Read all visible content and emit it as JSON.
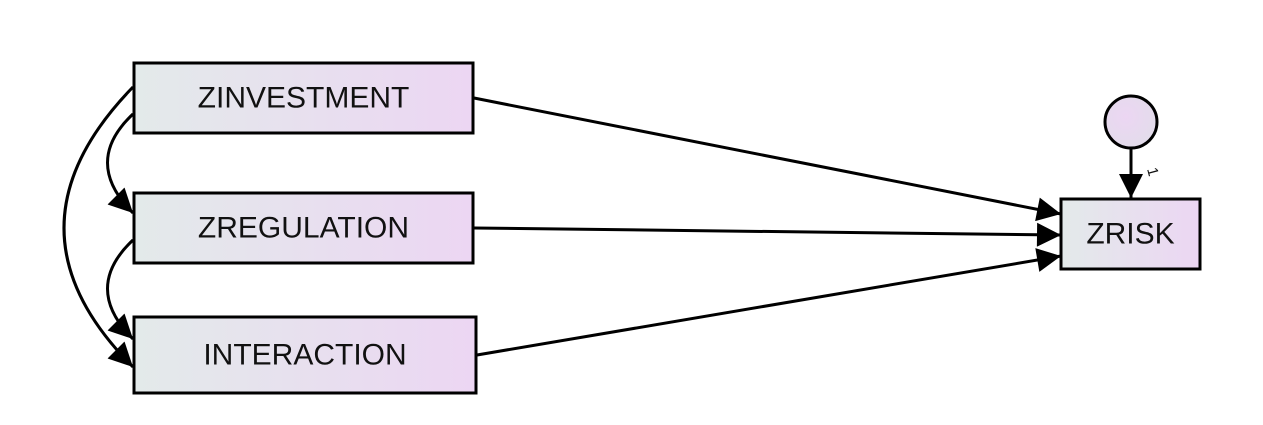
{
  "observed_variables": [
    {
      "id": "zinvestment",
      "label": "ZINVESTMENT"
    },
    {
      "id": "zregulation",
      "label": "ZREGULATION"
    },
    {
      "id": "interaction",
      "label": "INTERACTION"
    },
    {
      "id": "zrisk",
      "label": "ZRISK"
    }
  ],
  "error_term": {
    "attached_to": "zrisk",
    "fixed_weight": "1"
  },
  "regression_paths": [
    {
      "from": "zinvestment",
      "to": "zrisk"
    },
    {
      "from": "zregulation",
      "to": "zrisk"
    },
    {
      "from": "interaction",
      "to": "zrisk"
    }
  ],
  "covariances": [
    {
      "between": [
        "zinvestment",
        "zregulation"
      ]
    },
    {
      "between": [
        "zregulation",
        "interaction"
      ]
    },
    {
      "between": [
        "zinvestment",
        "interaction"
      ]
    }
  ],
  "colors": {
    "box_fill_start": "#e3eaea",
    "box_fill_end": "#ecd6f3",
    "stroke": "#000000"
  }
}
